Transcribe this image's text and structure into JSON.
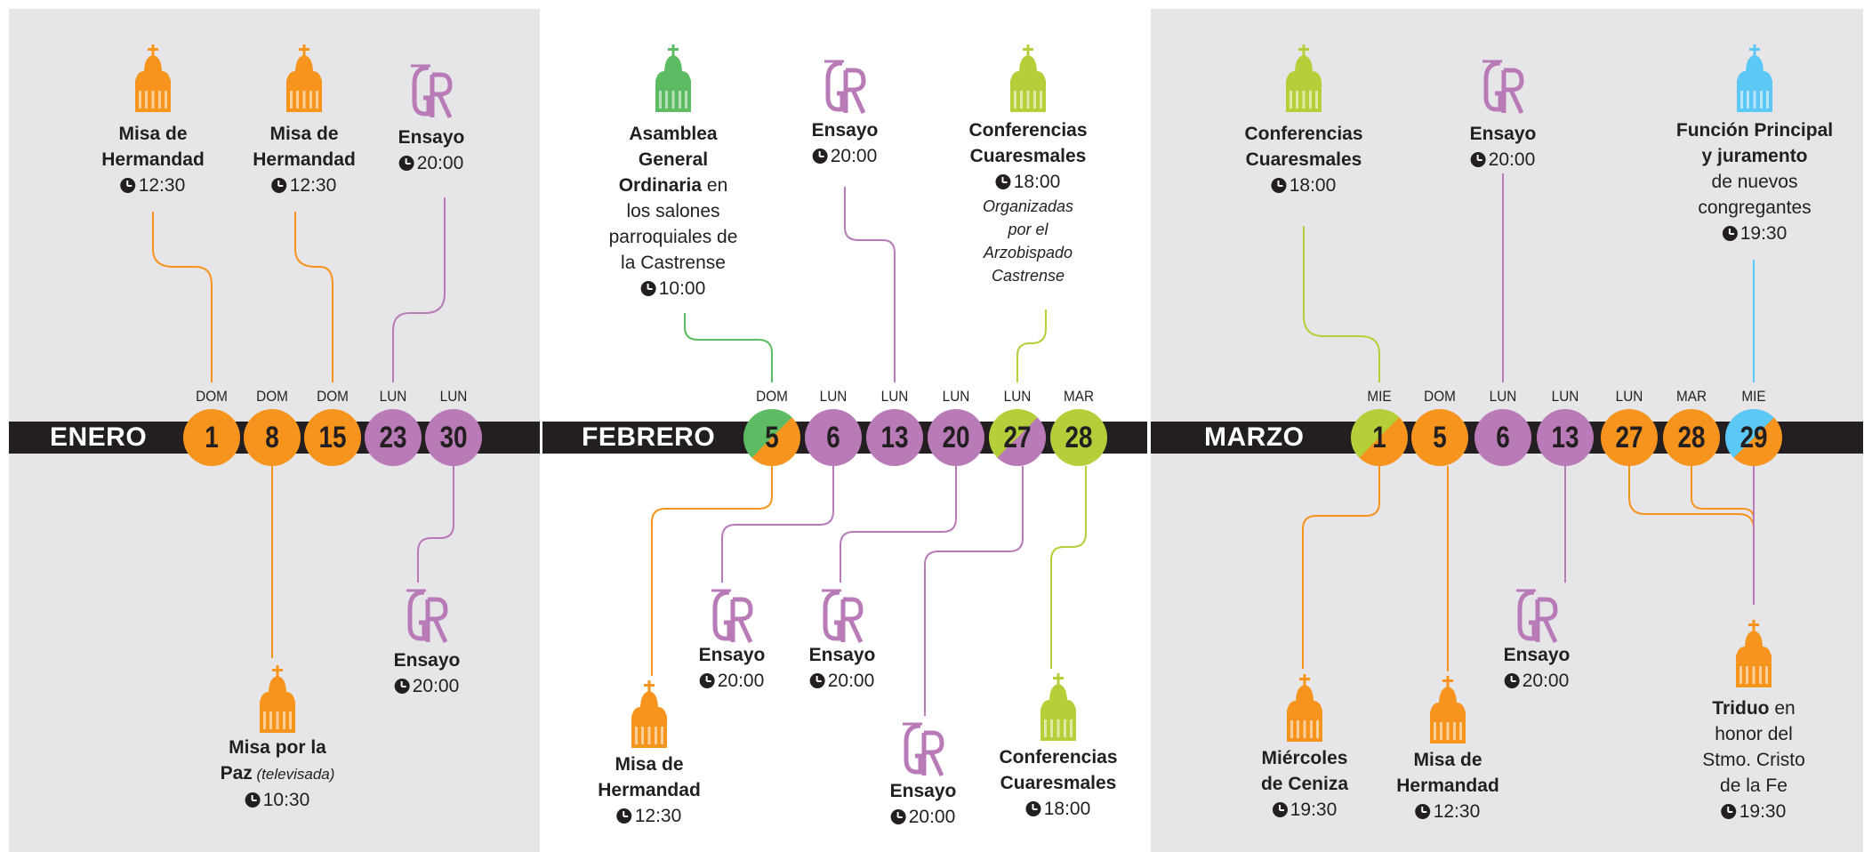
{
  "colors": {
    "orange": "#f7941d",
    "purple": "#b97bb7",
    "green": "#5dbb63",
    "lime": "#b5cf3a",
    "blue": "#5bc8f5",
    "band": "#231f20",
    "panel_light": "#e6e6e8",
    "panel_white": "#ffffff"
  },
  "months": [
    {
      "name": "ENERO",
      "days": [
        {
          "wd": "DOM",
          "num": "1",
          "colors": [
            "orange"
          ]
        },
        {
          "wd": "DOM",
          "num": "8",
          "colors": [
            "orange"
          ]
        },
        {
          "wd": "DOM",
          "num": "15",
          "colors": [
            "orange"
          ]
        },
        {
          "wd": "LUN",
          "num": "23",
          "colors": [
            "purple"
          ]
        },
        {
          "wd": "LUN",
          "num": "30",
          "colors": [
            "purple"
          ]
        }
      ]
    },
    {
      "name": "FEBRERO",
      "days": [
        {
          "wd": "DOM",
          "num": "5",
          "colors": [
            "green",
            "orange"
          ]
        },
        {
          "wd": "LUN",
          "num": "6",
          "colors": [
            "purple"
          ]
        },
        {
          "wd": "LUN",
          "num": "13",
          "colors": [
            "purple"
          ]
        },
        {
          "wd": "LUN",
          "num": "20",
          "colors": [
            "purple"
          ]
        },
        {
          "wd": "LUN",
          "num": "27",
          "colors": [
            "lime",
            "purple"
          ]
        },
        {
          "wd": "MAR",
          "num": "28",
          "colors": [
            "lime"
          ]
        }
      ]
    },
    {
      "name": "MARZO",
      "days": [
        {
          "wd": "MIE",
          "num": "1",
          "colors": [
            "lime",
            "orange"
          ]
        },
        {
          "wd": "DOM",
          "num": "5",
          "colors": [
            "orange"
          ]
        },
        {
          "wd": "LUN",
          "num": "6",
          "colors": [
            "purple"
          ]
        },
        {
          "wd": "LUN",
          "num": "13",
          "colors": [
            "purple"
          ]
        },
        {
          "wd": "LUN",
          "num": "27",
          "colors": [
            "orange"
          ]
        },
        {
          "wd": "MAR",
          "num": "28",
          "colors": [
            "orange"
          ]
        },
        {
          "wd": "MIE",
          "num": "29",
          "colors": [
            "blue",
            "orange"
          ]
        }
      ]
    }
  ],
  "events": [
    {
      "id": "e1",
      "icon": "church-icon",
      "color": "orange",
      "lines": [
        {
          "t": "Misa de",
          "b": true
        },
        {
          "t": "Hermandad",
          "b": true
        }
      ],
      "time": "12:30"
    },
    {
      "id": "e2",
      "icon": "church-icon",
      "color": "orange",
      "lines": [
        {
          "t": "Misa de",
          "b": true
        },
        {
          "t": "Hermandad",
          "b": true
        }
      ],
      "time": "12:30"
    },
    {
      "id": "e3",
      "icon": "gr-monogram-icon",
      "color": "purple",
      "lines": [
        {
          "t": "Ensayo",
          "b": true
        }
      ],
      "time": "20:00"
    },
    {
      "id": "e4",
      "icon": "church-icon",
      "color": "orange",
      "lines": [
        {
          "t": "Misa por la",
          "b": true
        },
        {
          "t": "Paz",
          "b": true,
          "note": "(televisada)"
        }
      ],
      "time": "10:30"
    },
    {
      "id": "e5",
      "icon": "gr-monogram-icon",
      "color": "purple",
      "lines": [
        {
          "t": "Ensayo",
          "b": true
        }
      ],
      "time": "20:00"
    },
    {
      "id": "e6",
      "icon": "church-icon",
      "color": "green",
      "lines": [
        {
          "t": "Asamblea",
          "b": true
        },
        {
          "t": "General",
          "b": true
        },
        {
          "t": "Ordinaria",
          "b": true,
          "rest": " en"
        },
        {
          "t": "los salones"
        },
        {
          "t": "parroquiales de"
        },
        {
          "t": "la Castrense"
        }
      ],
      "time": "10:00"
    },
    {
      "id": "e7",
      "icon": "gr-monogram-icon",
      "color": "purple",
      "lines": [
        {
          "t": "Ensayo",
          "b": true
        }
      ],
      "time": "20:00"
    },
    {
      "id": "e8",
      "icon": "church-icon",
      "color": "lime",
      "lines": [
        {
          "t": "Conferencias",
          "b": true
        },
        {
          "t": "Cuaresmales",
          "b": true
        }
      ],
      "time": "18:00",
      "sub": [
        "Organizadas",
        "por el",
        "Arzobispado",
        "Castrense"
      ]
    },
    {
      "id": "e9",
      "icon": "church-icon",
      "color": "orange",
      "lines": [
        {
          "t": "Misa de",
          "b": true
        },
        {
          "t": "Hermandad",
          "b": true
        }
      ],
      "time": "12:30"
    },
    {
      "id": "e10",
      "icon": "gr-monogram-icon",
      "color": "purple",
      "lines": [
        {
          "t": "Ensayo",
          "b": true
        }
      ],
      "time": "20:00"
    },
    {
      "id": "e11",
      "icon": "gr-monogram-icon",
      "color": "purple",
      "lines": [
        {
          "t": "Ensayo",
          "b": true
        }
      ],
      "time": "20:00"
    },
    {
      "id": "e12",
      "icon": "gr-monogram-icon",
      "color": "purple",
      "lines": [
        {
          "t": "Ensayo",
          "b": true
        }
      ],
      "time": "20:00"
    },
    {
      "id": "e13",
      "icon": "church-icon",
      "color": "lime",
      "lines": [
        {
          "t": "Conferencias",
          "b": true
        },
        {
          "t": "Cuaresmales",
          "b": true
        }
      ],
      "time": "18:00"
    },
    {
      "id": "e14",
      "icon": "church-icon",
      "color": "lime",
      "lines": [
        {
          "t": "Conferencias",
          "b": true
        },
        {
          "t": "Cuaresmales",
          "b": true
        }
      ],
      "time": "18:00"
    },
    {
      "id": "e15",
      "icon": "gr-monogram-icon",
      "color": "purple",
      "lines": [
        {
          "t": "Ensayo",
          "b": true
        }
      ],
      "time": "20:00"
    },
    {
      "id": "e16",
      "icon": "church-icon",
      "color": "blue",
      "lines": [
        {
          "t": "Función Principal",
          "b": true
        },
        {
          "t": "y juramento",
          "b": true
        },
        {
          "t": "de nuevos"
        },
        {
          "t": "congregantes"
        }
      ],
      "time": "19:30"
    },
    {
      "id": "e17",
      "icon": "church-icon",
      "color": "orange",
      "lines": [
        {
          "t": "Miércoles",
          "b": true
        },
        {
          "t": "de Ceniza",
          "b": true
        }
      ],
      "time": "19:30"
    },
    {
      "id": "e18",
      "icon": "church-icon",
      "color": "orange",
      "lines": [
        {
          "t": "Misa de",
          "b": true
        },
        {
          "t": "Hermandad",
          "b": true
        }
      ],
      "time": "12:30"
    },
    {
      "id": "e19",
      "icon": "gr-monogram-icon",
      "color": "purple",
      "lines": [
        {
          "t": "Ensayo",
          "b": true
        }
      ],
      "time": "20:00"
    },
    {
      "id": "e20",
      "icon": "church-icon",
      "color": "orange",
      "lines": [
        {
          "t": "Triduo",
          "b": true,
          "rest": " en"
        },
        {
          "t": "honor del"
        },
        {
          "t": "Stmo. Cristo"
        },
        {
          "t": "de la Fe"
        }
      ],
      "time": "19:30"
    }
  ]
}
